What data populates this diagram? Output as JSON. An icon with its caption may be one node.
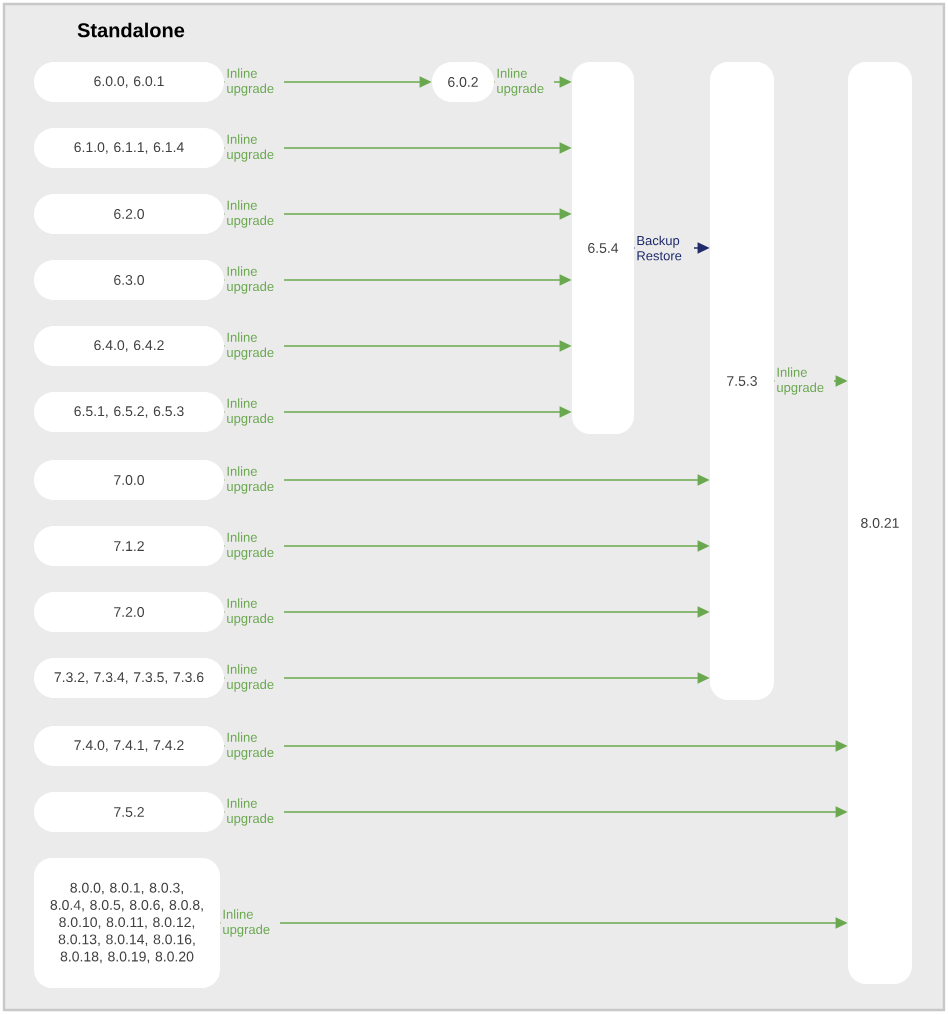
{
  "diagram": {
    "title": "Standalone",
    "nodes": [
      {
        "text": [
          "6.0.0, 6.0.1"
        ]
      },
      {
        "text": [
          "6.0.2"
        ]
      },
      {
        "text": [
          "6.1.0, 6.1.1, 6.1.4"
        ]
      },
      {
        "text": [
          "6.2.0"
        ]
      },
      {
        "text": [
          "6.3.0"
        ]
      },
      {
        "text": [
          "6.4.0, 6.4.2"
        ]
      },
      {
        "text": [
          "6.5.1, 6.5.2, 6.5.3"
        ]
      },
      {
        "text": [
          "7.0.0"
        ]
      },
      {
        "text": [
          "7.1.2"
        ]
      },
      {
        "text": [
          "7.2.0"
        ]
      },
      {
        "text": [
          "7.3.2, 7.3.4, 7.3.5, 7.3.6"
        ]
      },
      {
        "text": [
          "7.4.0, 7.4.1, 7.4.2"
        ]
      },
      {
        "text": [
          "7.5.2"
        ]
      },
      {
        "text": [
          "8.0.0, 8.0.1, 8.0.3, 8.0.4, 8.0.5, 8.0.6, 8.0.8, 8.0.10, 8.0.11, 8.0.12, 8.0.13, 8.0.14, 8.0.16, 8.0.18, 8.0.19, 8.0.20"
        ]
      },
      {
        "text": [
          "6.5.4"
        ]
      },
      {
        "text": [
          "7.5.3"
        ]
      },
      {
        "text": [
          "8.0.21"
        ]
      }
    ],
    "edges": [
      {
        "from": 0,
        "to": 1,
        "arrow": "to",
        "label": "Inline upgrade"
      },
      {
        "from": 1,
        "to": 14,
        "arrow": "to",
        "label": "Inline upgrade"
      },
      {
        "from": 2,
        "to": 14,
        "arrow": "to",
        "label": "Inline upgrade"
      },
      {
        "from": 3,
        "to": 14,
        "arrow": "to",
        "label": "Inline upgrade"
      },
      {
        "from": 4,
        "to": 14,
        "arrow": "to",
        "label": "Inline upgrade"
      },
      {
        "from": 5,
        "to": 14,
        "arrow": "to",
        "label": "Inline upgrade"
      },
      {
        "from": 6,
        "to": 14,
        "arrow": "to",
        "label": "Inline upgrade"
      },
      {
        "from": 14,
        "to": 15,
        "arrow": "to",
        "label": "Backup Restore",
        "color": "#1f2a6b"
      },
      {
        "from": 7,
        "to": 15,
        "arrow": "to",
        "label": "Inline upgrade"
      },
      {
        "from": 8,
        "to": 15,
        "arrow": "to",
        "label": "Inline upgrade"
      },
      {
        "from": 9,
        "to": 15,
        "arrow": "to",
        "label": "Inline upgrade"
      },
      {
        "from": 10,
        "to": 15,
        "arrow": "to",
        "label": "Inline upgrade"
      },
      {
        "from": 15,
        "to": 16,
        "arrow": "to",
        "label": "Inline upgrade"
      },
      {
        "from": 11,
        "to": 16,
        "arrow": "to",
        "label": "Inline upgrade"
      },
      {
        "from": 12,
        "to": 16,
        "arrow": "to",
        "label": "Inline upgrade"
      },
      {
        "from": 13,
        "to": 16,
        "arrow": "to",
        "label": "Inline upgrade"
      }
    ]
  }
}
